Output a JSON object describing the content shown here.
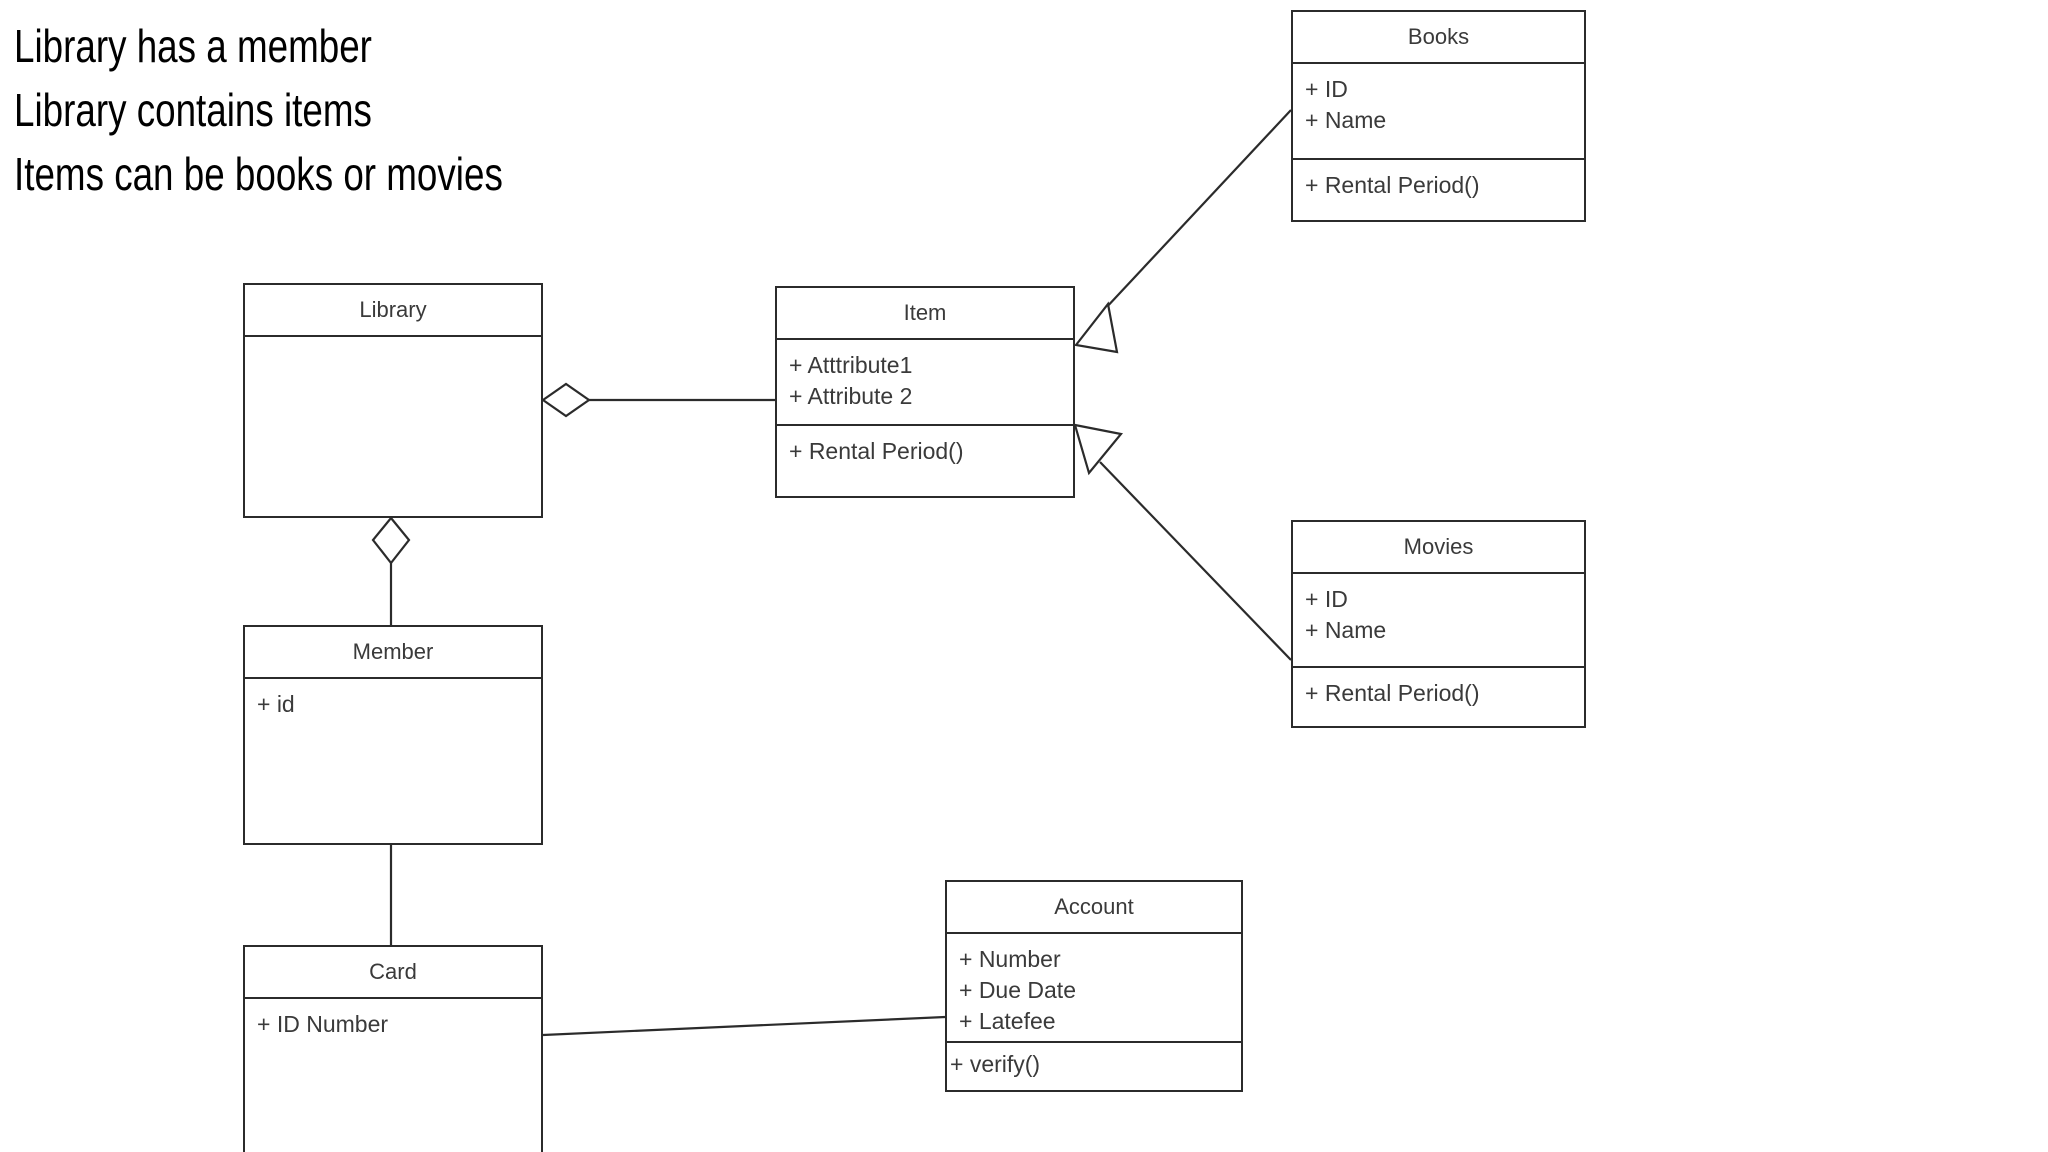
{
  "notes": {
    "lines": [
      "Library has a member",
      "Library contains items",
      "Items can be books or movies"
    ]
  },
  "colors": {
    "stroke": "#2b2b2b",
    "text": "#3a3a3a",
    "background": "#ffffff",
    "note_text": "#000000"
  },
  "classes": {
    "library": {
      "name": "Library",
      "attributes": [],
      "operations": []
    },
    "item": {
      "name": "Item",
      "attributes": [
        "+ Atttribute1",
        "+ Attribute 2"
      ],
      "operations": [
        "+ Rental Period()"
      ]
    },
    "books": {
      "name": "Books",
      "attributes": [
        "+ ID",
        "+ Name"
      ],
      "operations": [
        "+ Rental Period()"
      ]
    },
    "movies": {
      "name": "Movies",
      "attributes": [
        "+ ID",
        "+ Name"
      ],
      "operations": [
        "+ Rental Period()"
      ]
    },
    "member": {
      "name": "Member",
      "attributes": [
        "+ id"
      ],
      "operations": []
    },
    "card": {
      "name": "Card",
      "attributes": [
        "+ ID Number"
      ],
      "operations": []
    },
    "account": {
      "name": "Account",
      "attributes": [
        "+ Number",
        "+ Due Date",
        "+ Latefee"
      ],
      "operations": [
        "+ verify()"
      ]
    }
  },
  "relationships": [
    {
      "id": "library-item",
      "from": "Library",
      "to": "Item",
      "type": "aggregation",
      "marker": "hollow-diamond"
    },
    {
      "id": "library-member",
      "from": "Library",
      "to": "Member",
      "type": "aggregation",
      "marker": "hollow-diamond"
    },
    {
      "id": "member-card",
      "from": "Member",
      "to": "Card",
      "type": "association",
      "marker": "none"
    },
    {
      "id": "card-account",
      "from": "Card",
      "to": "Account",
      "type": "association",
      "marker": "none"
    },
    {
      "id": "books-item",
      "from": "Books",
      "to": "Item",
      "type": "generalization",
      "marker": "hollow-triangle"
    },
    {
      "id": "movies-item",
      "from": "Movies",
      "to": "Item",
      "type": "generalization",
      "marker": "hollow-triangle"
    }
  ]
}
